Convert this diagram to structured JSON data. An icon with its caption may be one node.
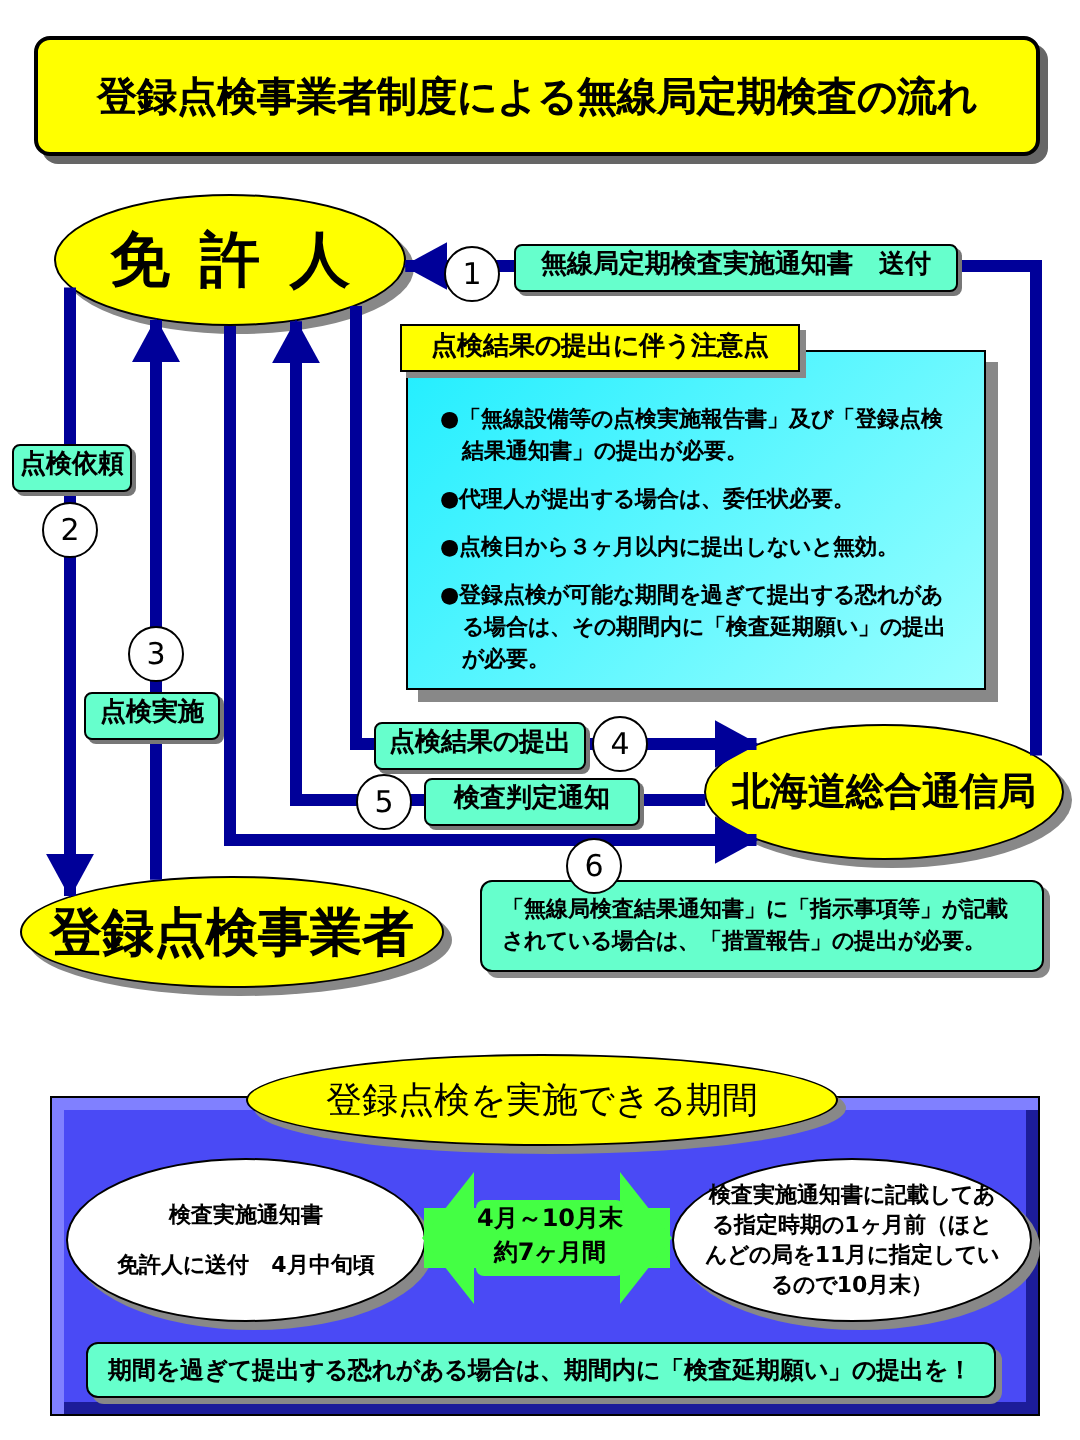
{
  "diagram": {
    "title": "登録点検事業者制度による無線局定期検査の流れ",
    "nodes": [
      {
        "text": [
          "免許人"
        ]
      },
      {
        "text": [
          "北海道総合通信局"
        ]
      },
      {
        "text": [
          "登録点検事業者"
        ]
      },
      {
        "text": [
          "点検結果の提出に伴う注意点"
        ]
      },
      {
        "text": [
          "●「無線設備等の点検実施報告書」及び「登録点検結果通知書」の提出が必要。",
          "●代理人が提出する場合は、委任状必要。",
          "●点検日から３ヶ月以内に提出しないと無効。",
          "●登録点検が可能な期間を過ぎて提出する恐れがある場合は、その期間内に「検査延期願い」の提出が必要。"
        ]
      },
      {
        "text": [
          "「無線局検査結果通知書」に「指示事項等」が記載されている場合は、「措置報告」の提出が必要。"
        ]
      },
      {
        "text": [
          "登録点検を実施できる期間"
        ]
      },
      {
        "text": [
          "検査実施通知書",
          "免許人に送付　4月中旬頃"
        ],
        "in": 6
      },
      {
        "text": [
          "検査実施通知書に記載してある指定時期の1ヶ月前（ほとんどの局を11月に指定しているので10月末）"
        ],
        "in": 6
      },
      {
        "text": [
          "期間を過ぎて提出する恐れがある場合は、期間内に「検査延期願い」の提出を！"
        ],
        "in": 6
      }
    ],
    "edges": [
      {
        "from": 1,
        "to": 0,
        "arrow": "to",
        "label": "無線局定期検査実施通知書　送付"
      },
      {
        "from": 0,
        "to": 2,
        "arrow": "to",
        "label": "点検依頼"
      },
      {
        "from": 2,
        "to": 0,
        "arrow": "to",
        "label": "点検実施"
      },
      {
        "from": 0,
        "to": 1,
        "arrow": "to",
        "label": "点検結果の提出"
      },
      {
        "from": 1,
        "to": 0,
        "arrow": "to",
        "label": "検査判定通知"
      },
      {
        "from": 0,
        "to": 1,
        "arrow": "to"
      },
      {
        "from": 7,
        "to": 8,
        "arrow": "both",
        "label": "4月～10月末約7ヶ月間",
        "style": "thick",
        "color": "#44ff44"
      }
    ],
    "labels": [
      "1",
      "2",
      "3",
      "4",
      "5",
      "6"
    ]
  }
}
